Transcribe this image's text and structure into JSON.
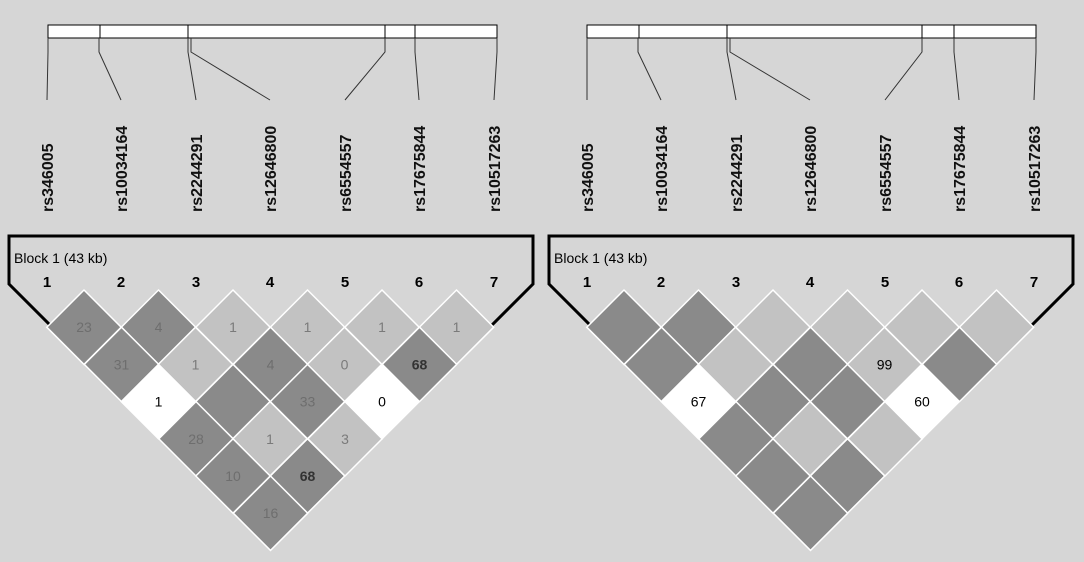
{
  "panels": [
    {
      "block_label": "Block 1 (43 kb)",
      "snps": [
        "rs346005",
        "rs10034164",
        "rs2244291",
        "rs12646800",
        "rs6554557",
        "rs17675844",
        "rs10517263"
      ],
      "marker_numbers": [
        "1",
        "2",
        "3",
        "4",
        "5",
        "6",
        "7"
      ],
      "ld_matrix": [
        {
          "row": 1,
          "cells": [
            {
              "value": "23",
              "shade": "dark"
            },
            {
              "value": "4",
              "shade": "dark"
            },
            {
              "value": "1",
              "shade": "light"
            },
            {
              "value": "1",
              "shade": "light"
            },
            {
              "value": "1",
              "shade": "light"
            },
            {
              "value": "1",
              "shade": "light"
            }
          ]
        },
        {
          "row": 2,
          "cells": [
            {
              "value": "31",
              "shade": "dark"
            },
            {
              "value": "1",
              "shade": "light"
            },
            {
              "value": "4",
              "shade": "dark"
            },
            {
              "value": "0",
              "shade": "light"
            },
            {
              "value": "68",
              "shade": "dark"
            }
          ]
        },
        {
          "row": 3,
          "cells": [
            {
              "value": "1",
              "shade": "white"
            },
            {
              "value": "",
              "shade": "dark"
            },
            {
              "value": "33",
              "shade": "dark"
            },
            {
              "value": "0",
              "shade": "white"
            }
          ]
        },
        {
          "row": 4,
          "cells": [
            {
              "value": "28",
              "shade": "dark"
            },
            {
              "value": "1",
              "shade": "light"
            },
            {
              "value": "3",
              "shade": "light"
            }
          ]
        },
        {
          "row": 5,
          "cells": [
            {
              "value": "10",
              "shade": "dark"
            },
            {
              "value": "68",
              "shade": "dark"
            }
          ]
        },
        {
          "row": 6,
          "cells": [
            {
              "value": "16",
              "shade": "dark"
            }
          ]
        }
      ]
    },
    {
      "block_label": "Block 1 (43 kb)",
      "snps": [
        "rs346005",
        "rs10034164",
        "rs2244291",
        "rs12646800",
        "rs6554557",
        "rs17675844",
        "rs10517263"
      ],
      "marker_numbers": [
        "1",
        "2",
        "3",
        "4",
        "5",
        "6",
        "7"
      ],
      "ld_matrix": [
        {
          "row": 1,
          "cells": [
            {
              "value": "",
              "shade": "dark"
            },
            {
              "value": "",
              "shade": "dark"
            },
            {
              "value": "",
              "shade": "light"
            },
            {
              "value": "",
              "shade": "light"
            },
            {
              "value": "",
              "shade": "light"
            },
            {
              "value": "",
              "shade": "light"
            }
          ]
        },
        {
          "row": 2,
          "cells": [
            {
              "value": "",
              "shade": "dark"
            },
            {
              "value": "",
              "shade": "light"
            },
            {
              "value": "",
              "shade": "dark"
            },
            {
              "value": "99",
              "shade": "light"
            },
            {
              "value": "",
              "shade": "dark"
            }
          ]
        },
        {
          "row": 3,
          "cells": [
            {
              "value": "67",
              "shade": "white"
            },
            {
              "value": "",
              "shade": "dark"
            },
            {
              "value": "",
              "shade": "dark"
            },
            {
              "value": "60",
              "shade": "white"
            }
          ]
        },
        {
          "row": 4,
          "cells": [
            {
              "value": "",
              "shade": "dark"
            },
            {
              "value": "",
              "shade": "light"
            },
            {
              "value": "",
              "shade": "light"
            }
          ]
        },
        {
          "row": 5,
          "cells": [
            {
              "value": "",
              "shade": "dark"
            },
            {
              "value": "",
              "shade": "dark"
            }
          ]
        },
        {
          "row": 6,
          "cells": [
            {
              "value": "",
              "shade": "dark"
            }
          ]
        }
      ]
    }
  ],
  "colors": {
    "background": "#d6d6d6",
    "dark_cell": "#8a8a8a",
    "light_cell": "#c2c2c2",
    "white_cell": "#ffffff",
    "outline": "#000000",
    "dark_text": "#6e6e6e",
    "light_text": "#7a7a7a"
  }
}
